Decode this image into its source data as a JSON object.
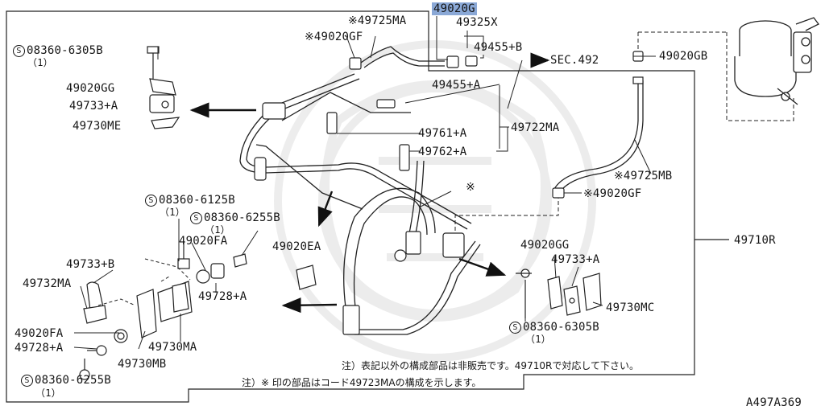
{
  "diagram": {
    "figure_code": "A497A369",
    "highlighted_part": "49020G",
    "highlight_color": "#8aa8d6",
    "labels": {
      "p49020G": "49020G",
      "p49325X": "49325X",
      "p49725MA": "※49725MA",
      "p49020GF_top": "※49020GF",
      "p49455B": "49455+B",
      "sec492": "SEC.492",
      "p49020GB": "49020GB",
      "p49455A": "49455+A",
      "p49761A": "49761+A",
      "p49722MA": "49722MA",
      "p49762A": "49762+A",
      "p49725MB": "※49725MB",
      "p49020GF_right": "※49020GF",
      "p49710R": "49710R",
      "star": "※",
      "p08360_6305B_top": "08360-6305B",
      "qty_top_left": "（1）",
      "p49020GG_left": "49020GG",
      "p49733A_left": "49733+A",
      "p49730ME": "49730ME",
      "p08360_6125B": "08360-6125B",
      "qty_6125B": "（1）",
      "p08360_6255B_mid": "08360-6255B",
      "qty_6255B_mid": "（1）",
      "p49020FA_mid": "49020FA",
      "p49733B": "49733+B",
      "p49732MA": "49732MA",
      "p49728A_mid": "49728+A",
      "p49020EA": "49020EA",
      "p49020FA_low": "49020FA",
      "p49728A_low": "49728+A",
      "p49730MB": "49730MB",
      "p49730MA": "49730MA",
      "p08360_6255B_low": "08360-6255B",
      "qty_6255B_low": "（1）",
      "p49020GG_right": "49020GG",
      "p49733A_right": "49733+A",
      "p49730MC": "49730MC",
      "p08360_6305B_right": "08360-6305B",
      "qty_6305B_right": "（1）",
      "s_mark": "S"
    },
    "notes": {
      "note1": "注）表記以外の構成部品は非販売です。49710Rで対応して下さい。",
      "note2": "注）※ 印の部品はコード49723MAの構成を示します。"
    }
  }
}
